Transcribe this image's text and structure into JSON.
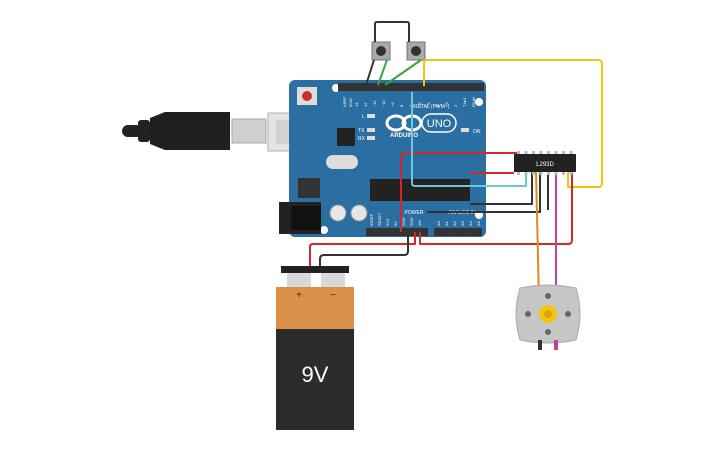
{
  "board": {
    "brand": "ARDUINO",
    "model": "UNO",
    "digital_label": "DIGITAL (PWM~)",
    "power_label": "POWER",
    "analog_label": "ANALOG IN",
    "on_label": "ON",
    "l_label": "L",
    "tx_label": "TX",
    "rx_label": "RX",
    "aref_label": "AREF",
    "gnd_label": "GND",
    "pin_labels_top": [
      "13",
      "12",
      "~11",
      "~10",
      "~9",
      "8",
      "7",
      "~6",
      "~5",
      "4",
      "~3",
      "2",
      "TX▸1",
      "RX◂0"
    ],
    "power_pins": [
      "IOREF",
      "RESET",
      "3V3",
      "5V",
      "GND",
      "GND",
      "Vin"
    ],
    "analog_pins": [
      "A0",
      "A1",
      "A2",
      "A3",
      "A4",
      "A5"
    ]
  },
  "driver_chip": {
    "label": "L293D"
  },
  "battery": {
    "label": "9V",
    "plus": "+",
    "minus": "−"
  },
  "colors": {
    "board": "#2b6ea1",
    "wire_red": "#d62728",
    "wire_black": "#333333",
    "wire_green": "#3aa63a",
    "wire_yellow": "#f2c40f",
    "wire_cyan": "#6ec6d8",
    "wire_orange": "#e08a1e",
    "wire_magenta": "#c43fa0",
    "battery_top": "#d9914a",
    "battery_body": "#2c2c2c"
  }
}
